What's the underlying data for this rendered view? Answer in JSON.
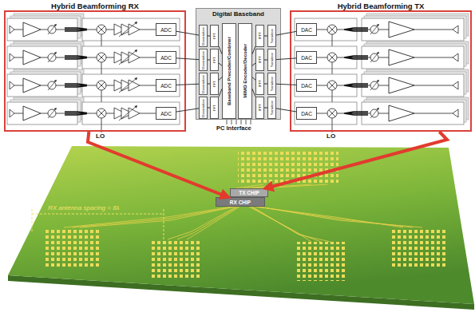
{
  "diagram": {
    "nodes": [
      {
        "text": [
          "Hybrid Beamforming RX"
        ]
      },
      {
        "text": [
          "ADC"
        ],
        "in": 0
      },
      {
        "text": [
          "ADC"
        ],
        "in": 0
      },
      {
        "text": [
          "ADC"
        ],
        "in": 0
      },
      {
        "text": [
          "ADC"
        ],
        "in": 0
      },
      {
        "text": [
          "Digital Baseband"
        ]
      },
      {
        "text": [
          "Deserializer"
        ],
        "in": 5
      },
      {
        "text": [
          "Deserializer"
        ],
        "in": 5
      },
      {
        "text": [
          "Deserializer"
        ],
        "in": 5
      },
      {
        "text": [
          "Deserializer"
        ],
        "in": 5
      },
      {
        "text": [
          "FFT"
        ],
        "in": 5
      },
      {
        "text": [
          "FFT"
        ],
        "in": 5
      },
      {
        "text": [
          "FFT"
        ],
        "in": 5
      },
      {
        "text": [
          "FFT"
        ],
        "in": 5
      },
      {
        "text": [
          "Baseband Precoder/Combiner"
        ],
        "in": 5
      },
      {
        "text": [
          "MIMO Encoder/Decoder"
        ],
        "in": 5
      },
      {
        "text": [
          "IFFT"
        ],
        "in": 5
      },
      {
        "text": [
          "IFFT"
        ],
        "in": 5
      },
      {
        "text": [
          "IFFT"
        ],
        "in": 5
      },
      {
        "text": [
          "IFFT"
        ],
        "in": 5
      },
      {
        "text": [
          "Serializer"
        ],
        "in": 5
      },
      {
        "text": [
          "Serializer"
        ],
        "in": 5
      },
      {
        "text": [
          "Serializer"
        ],
        "in": 5
      },
      {
        "text": [
          "Serializer"
        ],
        "in": 5
      },
      {
        "text": [
          "Hybrid Beamforming TX"
        ]
      },
      {
        "text": [
          "DAC"
        ],
        "in": 24
      },
      {
        "text": [
          "DAC"
        ],
        "in": 24
      },
      {
        "text": [
          "DAC"
        ],
        "in": 24
      },
      {
        "text": [
          "DAC"
        ],
        "in": 24
      },
      {
        "text": [
          "TX CHIP"
        ]
      },
      {
        "text": [
          "RX CHIP"
        ]
      }
    ],
    "edges": [
      {
        "from": 0,
        "to": 30,
        "arrow": "to"
      },
      {
        "from": 24,
        "to": 29,
        "arrow": "to"
      },
      {
        "from": 1,
        "to": 6,
        "arrow": "none"
      },
      {
        "from": 2,
        "to": 7,
        "arrow": "none"
      },
      {
        "from": 3,
        "to": 8,
        "arrow": "none"
      },
      {
        "from": 4,
        "to": 9,
        "arrow": "none"
      },
      {
        "from": 6,
        "to": 10,
        "arrow": "none"
      },
      {
        "from": 7,
        "to": 11,
        "arrow": "none"
      },
      {
        "from": 8,
        "to": 12,
        "arrow": "none"
      },
      {
        "from": 9,
        "to": 13,
        "arrow": "none"
      },
      {
        "from": 10,
        "to": 14,
        "arrow": "none"
      },
      {
        "from": 11,
        "to": 14,
        "arrow": "none"
      },
      {
        "from": 12,
        "to": 14,
        "arrow": "none"
      },
      {
        "from": 13,
        "to": 14,
        "arrow": "none"
      },
      {
        "from": 15,
        "to": 16,
        "arrow": "none"
      },
      {
        "from": 15,
        "to": 17,
        "arrow": "none"
      },
      {
        "from": 15,
        "to": 18,
        "arrow": "none"
      },
      {
        "from": 15,
        "to": 19,
        "arrow": "none"
      },
      {
        "from": 16,
        "to": 20,
        "arrow": "none"
      },
      {
        "from": 17,
        "to": 21,
        "arrow": "none"
      },
      {
        "from": 18,
        "to": 22,
        "arrow": "none"
      },
      {
        "from": 19,
        "to": 23,
        "arrow": "none"
      },
      {
        "from": 20,
        "to": 25,
        "arrow": "none"
      },
      {
        "from": 21,
        "to": 26,
        "arrow": "none"
      },
      {
        "from": 22,
        "to": 27,
        "arrow": "none"
      },
      {
        "from": 23,
        "to": 28,
        "arrow": "none"
      }
    ],
    "labels": [
      "LO",
      "LO",
      "PC Interface",
      "RX antenna spacing = 8λ"
    ]
  }
}
